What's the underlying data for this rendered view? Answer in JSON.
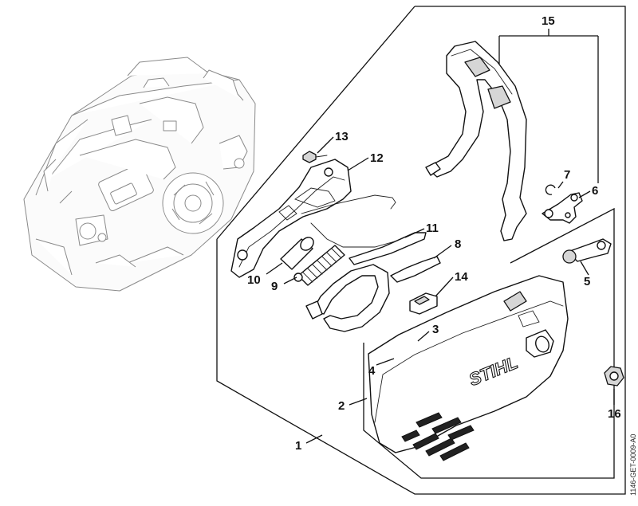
{
  "diagram": {
    "reference_code": "1146-GET-0009-A0",
    "brand_mark": "STIHL",
    "callouts": [
      "15",
      "13",
      "12",
      "7",
      "6",
      "11",
      "8",
      "10",
      "9",
      "5",
      "14",
      "3",
      "4",
      "2",
      "1",
      "16"
    ]
  }
}
